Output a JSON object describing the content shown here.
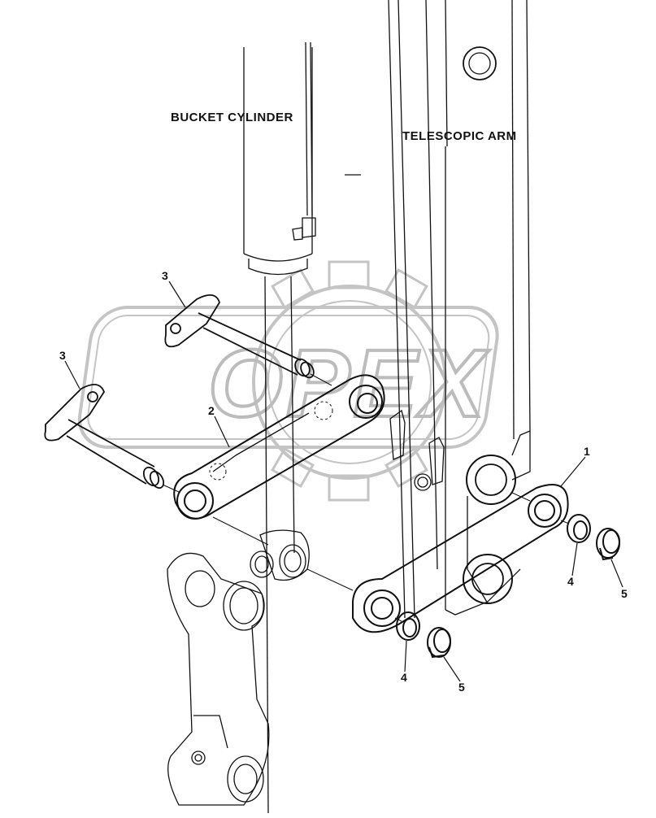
{
  "labels": {
    "bucket_cylinder": "BUCKET CYLINDER",
    "telescopic_arm": "TELESCOPIC ARM"
  },
  "callouts": [
    {
      "id": "part-1",
      "text": "1"
    },
    {
      "id": "part-2",
      "text": "2"
    },
    {
      "id": "part-3-top",
      "text": "3"
    },
    {
      "id": "part-3-left",
      "text": "3"
    },
    {
      "id": "part-4-right",
      "text": "4"
    },
    {
      "id": "part-5-right",
      "text": "5"
    },
    {
      "id": "part-4-bottom",
      "text": "4"
    },
    {
      "id": "part-5-bottom",
      "text": "5"
    }
  ],
  "watermark": {
    "text": "OPEX"
  },
  "colors": {
    "line": "#111111",
    "watermark": "#c8c8c8"
  }
}
